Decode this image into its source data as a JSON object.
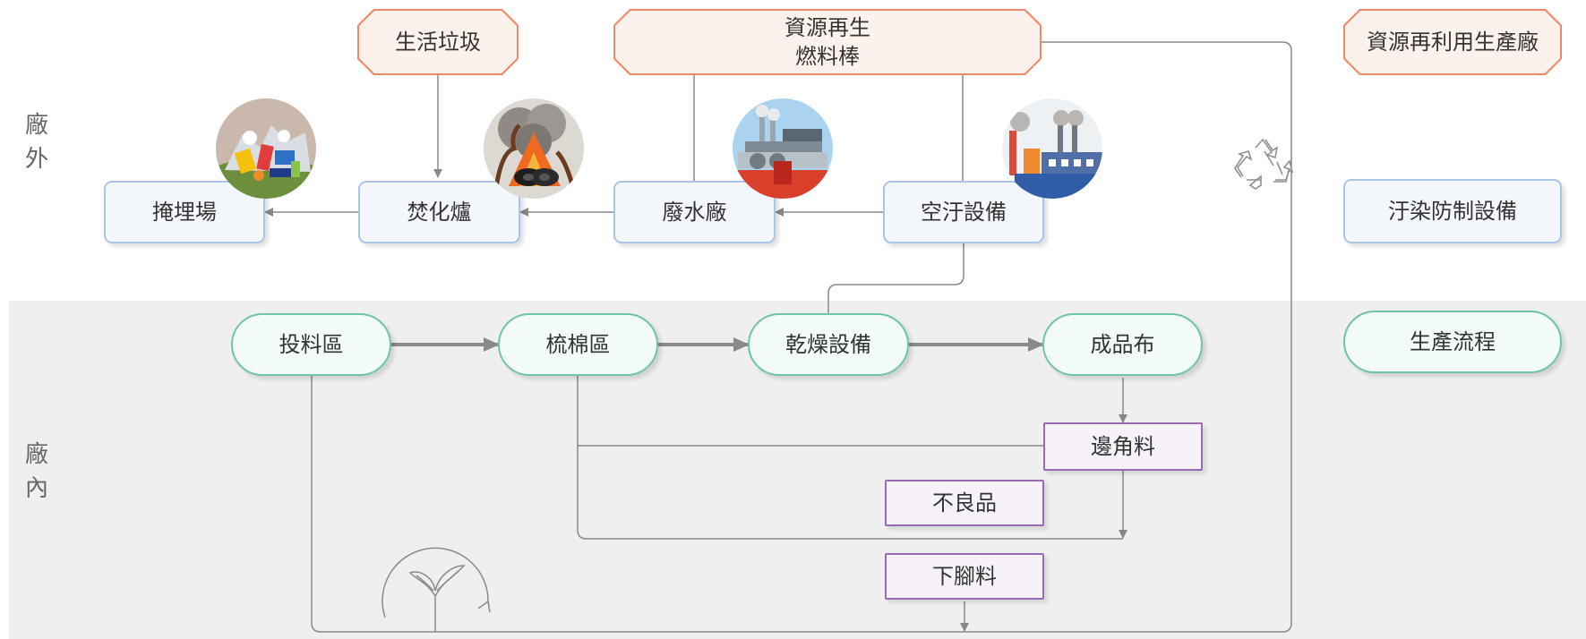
{
  "zones": {
    "outside_line1": "廠",
    "outside_line2": "外",
    "inside_line1": "廠",
    "inside_line2": "內"
  },
  "nodes": {
    "household_waste": "生活垃圾",
    "rdf_line1": "資源再生",
    "rdf_line2": "燃料棒",
    "landfill": "掩埋場",
    "incinerator": "焚化爐",
    "wastewater_plant": "廢水廠",
    "air_pollution_equipment": "空汙設備",
    "feeding_area": "投料區",
    "carding_area": "梳棉區",
    "drying_equipment": "乾燥設備",
    "finished_fabric": "成品布",
    "edge_scraps": "邊角料",
    "defective_products": "不良品",
    "leftover_material": "下腳料"
  },
  "legend": {
    "recycling_plant": "資源再利用生產廠",
    "pollution_control": "汙染防制設備",
    "production_process": "生產流程"
  },
  "colors": {
    "octagon_border": "#f0896a",
    "octagon_fill": "#fdf1ec",
    "blue_border": "#a9c4e6",
    "blue_fill": "#f3f7fc",
    "green_border": "#6ec6a0",
    "green_fill": "#f3fbf7",
    "purple_border": "#9a6ab6",
    "purple_fill": "#f7f2f9",
    "inside_band": "#efefef",
    "connector": "#888888"
  },
  "icons": [
    "recycle-icon",
    "sprout-icon",
    "garbage-pile-icon",
    "burning-tires-icon",
    "wastewater-plant-icon",
    "factory-smoke-icon"
  ]
}
